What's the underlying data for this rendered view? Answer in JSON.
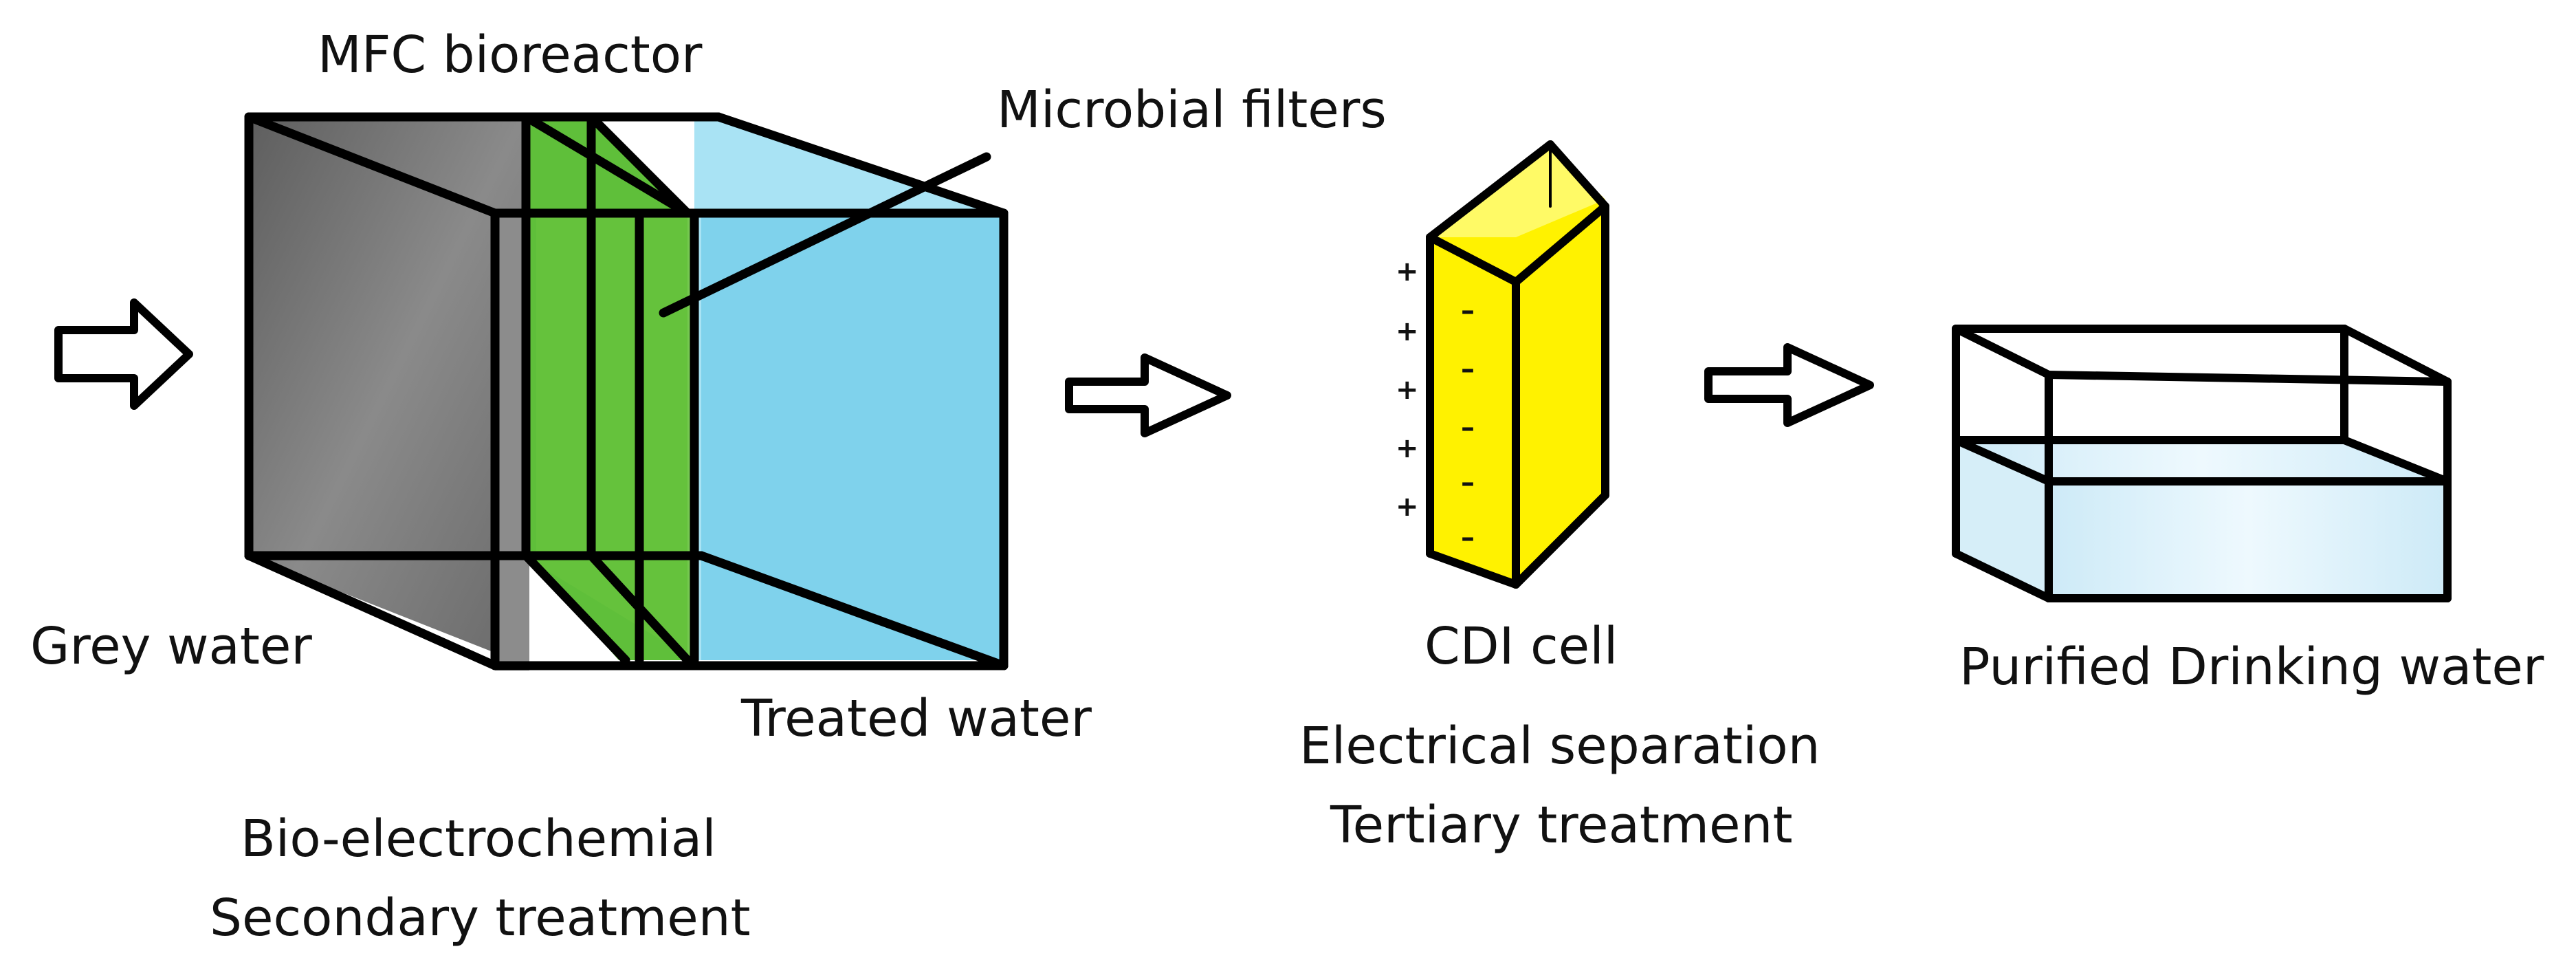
{
  "labels": {
    "mfc_bioreactor": "MFC bioreactor",
    "microbial_filters": "Microbial filters",
    "grey_water": "Grey water",
    "treated_water": "Treated water",
    "bio_line1": "Bio-electrochemial",
    "bio_line2": "Secondary treatment",
    "cdi_cell": "CDI cell",
    "cdi_line1": "Electrical separation",
    "cdi_line2": "Tertiary treatment",
    "purified": "Purified Drinking water"
  },
  "cdi_signs": {
    "positive": "+",
    "negative": "–"
  },
  "colors": {
    "outline": "#000000",
    "grey_chamber": "#7a7a7a",
    "microbial_filter": "#5fbf3a",
    "treated_water": "#8fd8ee",
    "cdi_cell": "#fff200",
    "purified_water": "#dff3fb"
  }
}
